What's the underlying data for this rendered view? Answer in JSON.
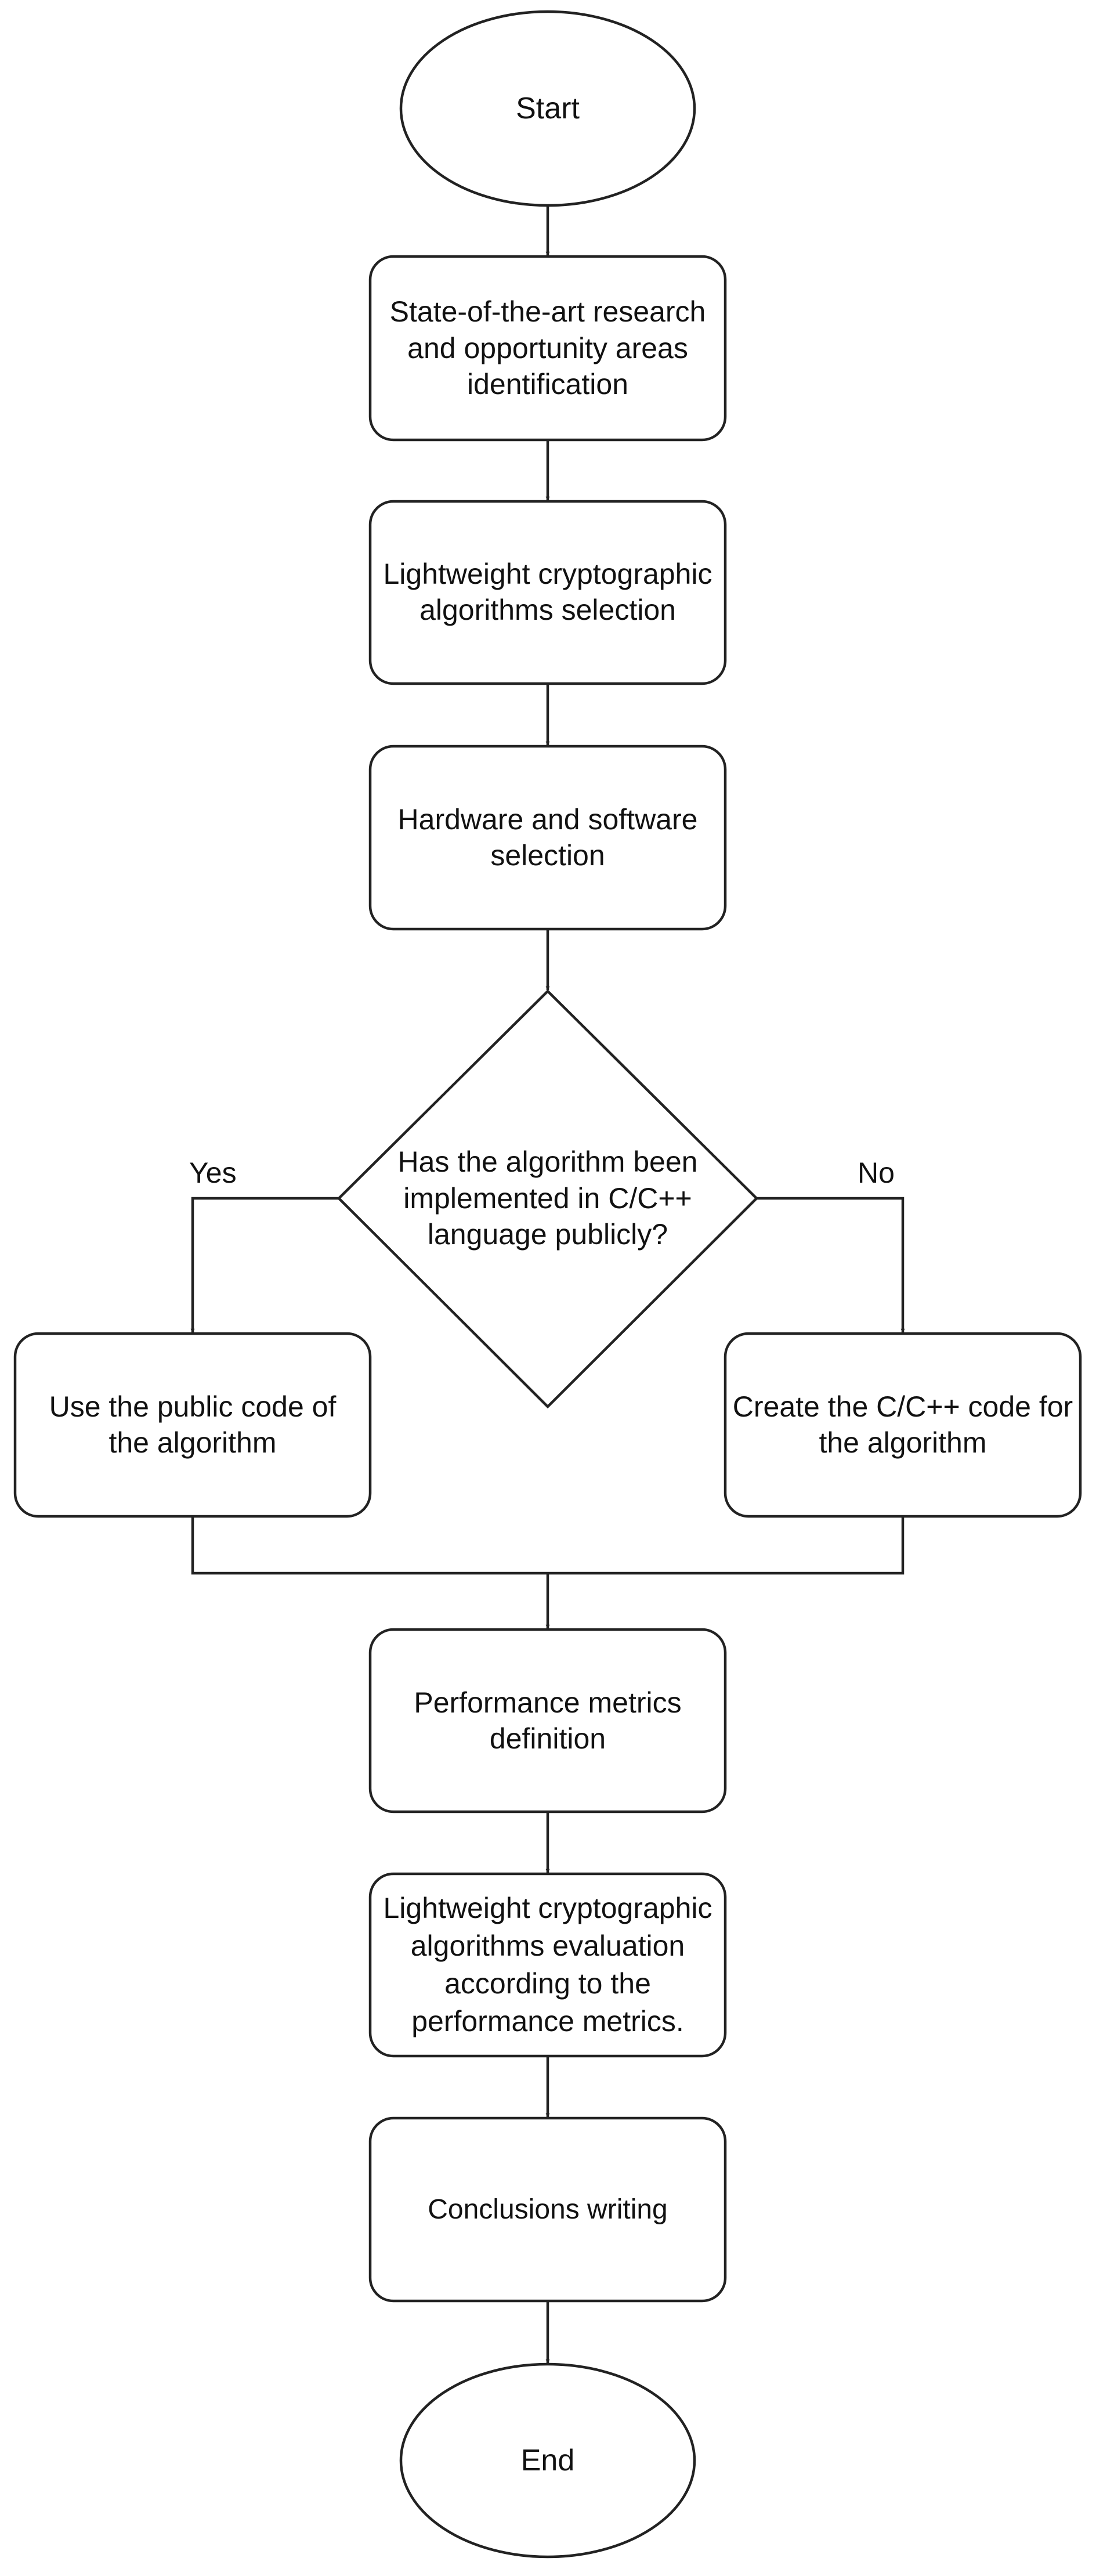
{
  "diagram": {
    "type": "flowchart",
    "nodes": {
      "start": "Start",
      "research": "State-of-the-art research and opportunity areas identification",
      "algorithm_selection": "Lightweight cryptographic algorithms selection",
      "hw_sw_selection": "Hardware and software selection",
      "decision": "Has the algorithm been implemented in C/C++ language publicly?",
      "public_code": "Use the public code of the algorithm",
      "create_code": "Create the C/C++ code for the algorithm",
      "metrics_definition": "Performance metrics definition",
      "evaluation": "Lightweight cryptographic algorithms evaluation according to the performance metrics.",
      "conclusions": "Conclusions writing",
      "end": "End"
    },
    "edges": {
      "yes_label": "Yes",
      "no_label": "No"
    },
    "colors": {
      "stroke": "#222222",
      "fill": "#ffffff",
      "text": "#111111"
    }
  }
}
